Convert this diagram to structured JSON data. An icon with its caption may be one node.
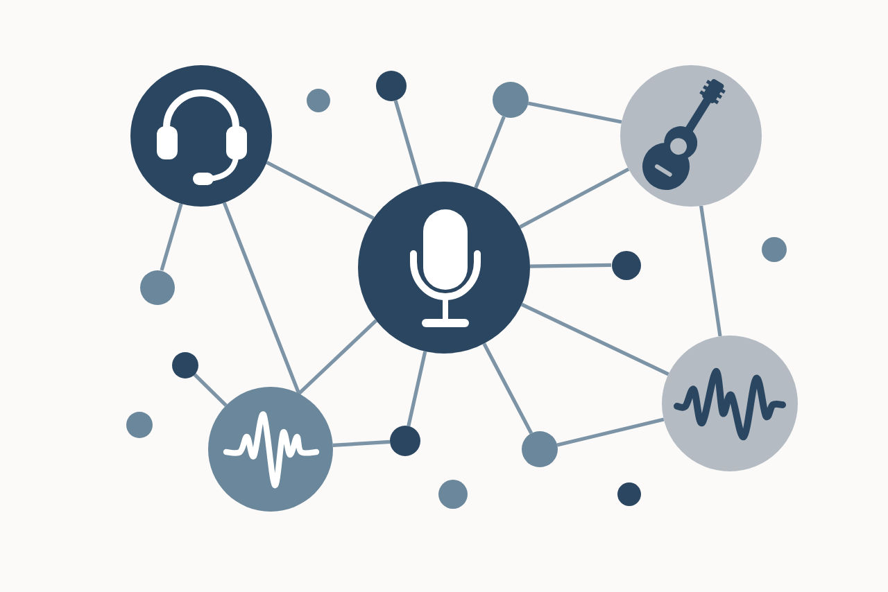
{
  "diagram": {
    "nodes": [
      {
        "text": [],
        "shape": "picture"
      },
      {
        "text": [],
        "shape": "circle"
      },
      {
        "text": [],
        "shape": "circle"
      },
      {
        "text": [],
        "shape": "circle"
      },
      {
        "text": [],
        "shape": "picture"
      },
      {
        "text": [],
        "shape": "circle"
      },
      {
        "text": [],
        "shape": "picture"
      },
      {
        "text": [],
        "shape": "circle"
      },
      {
        "text": [],
        "shape": "circle"
      },
      {
        "text": [],
        "shape": "circle"
      },
      {
        "text": [],
        "shape": "picture"
      },
      {
        "text": [],
        "shape": "circle"
      },
      {
        "text": [],
        "shape": "circle"
      },
      {
        "text": [],
        "shape": "picture"
      },
      {
        "text": [],
        "shape": "circle"
      },
      {
        "text": [],
        "shape": "circle"
      },
      {
        "text": [],
        "shape": "circle"
      }
    ],
    "edges": [
      {
        "from": 0,
        "to": 8,
        "arrow": "none"
      },
      {
        "from": 0,
        "to": 6,
        "arrow": "none"
      },
      {
        "from": 0,
        "to": 13,
        "arrow": "none"
      },
      {
        "from": 2,
        "to": 6,
        "arrow": "none"
      },
      {
        "from": 3,
        "to": 6,
        "arrow": "none"
      },
      {
        "from": 3,
        "to": 4,
        "arrow": "none"
      },
      {
        "from": 6,
        "to": 4,
        "arrow": "none"
      },
      {
        "from": 6,
        "to": 7,
        "arrow": "none"
      },
      {
        "from": 6,
        "to": 10,
        "arrow": "none"
      },
      {
        "from": 6,
        "to": 14,
        "arrow": "none"
      },
      {
        "from": 6,
        "to": 13,
        "arrow": "none"
      },
      {
        "from": 6,
        "to": 12,
        "arrow": "none"
      },
      {
        "from": 13,
        "to": 12,
        "arrow": "none"
      },
      {
        "from": 13,
        "to": 9,
        "arrow": "none"
      },
      {
        "from": 14,
        "to": 10,
        "arrow": "none"
      },
      {
        "from": 4,
        "to": 10,
        "arrow": "none"
      }
    ]
  }
}
